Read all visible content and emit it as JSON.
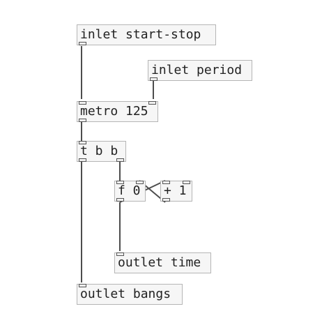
{
  "patch": {
    "objects": [
      {
        "id": "inlet_start_stop",
        "name": "inlet-start-stop-object",
        "text": "inlet start-stop"
      },
      {
        "id": "inlet_period",
        "name": "inlet-period-object",
        "text": "inlet period"
      },
      {
        "id": "metro",
        "name": "metro-object",
        "text": "metro 125"
      },
      {
        "id": "trigger",
        "name": "trigger-object",
        "text": "t b b"
      },
      {
        "id": "float",
        "name": "float-object",
        "text": "f 0"
      },
      {
        "id": "plus",
        "name": "plus-object",
        "text": "+ 1"
      },
      {
        "id": "outlet_time",
        "name": "outlet-time-object",
        "text": "outlet time"
      },
      {
        "id": "outlet_bangs",
        "name": "outlet-bangs-object",
        "text": "outlet bangs"
      }
    ]
  }
}
